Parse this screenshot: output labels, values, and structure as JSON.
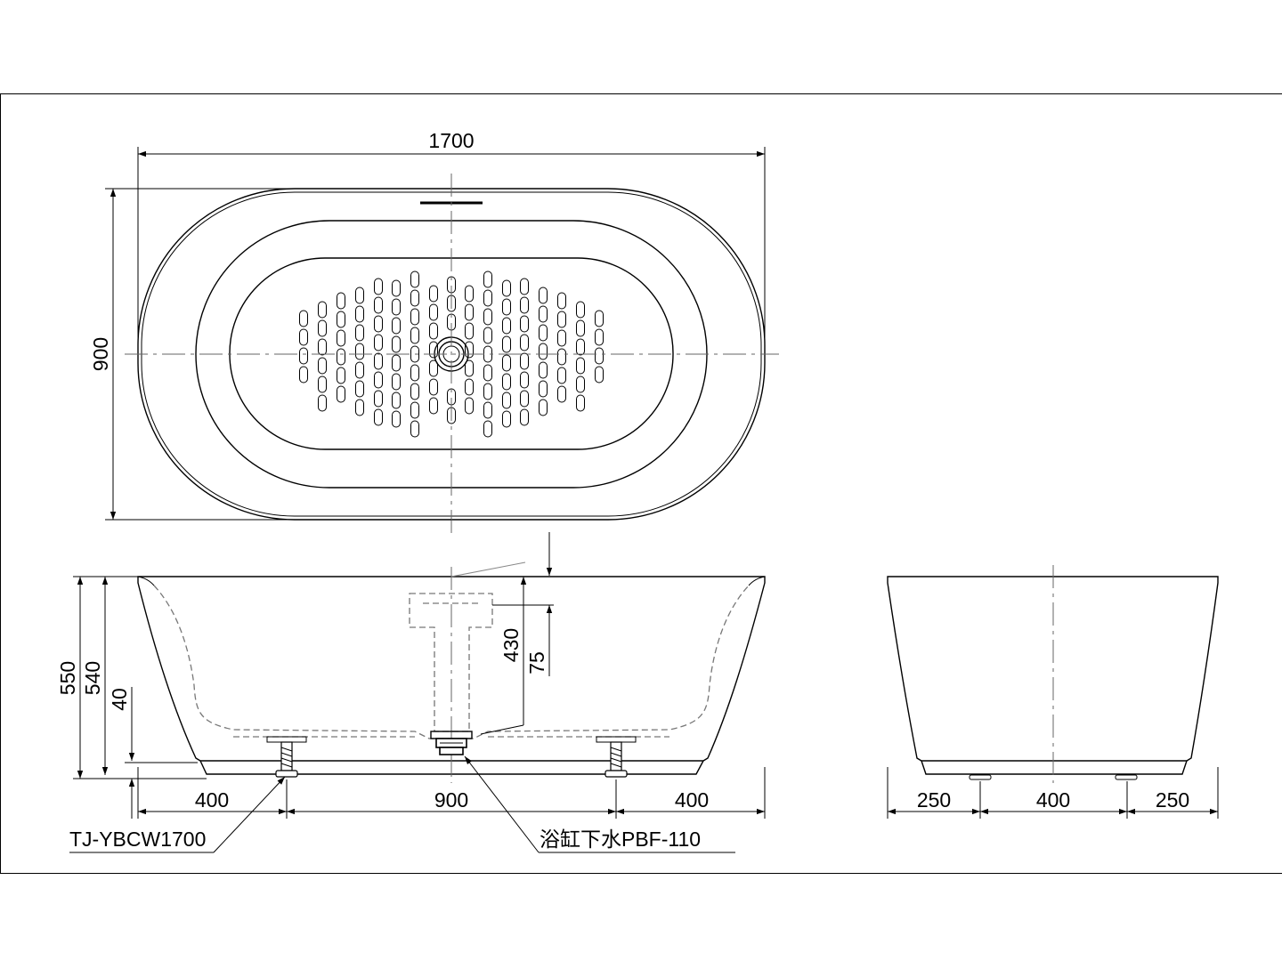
{
  "colors": {
    "line": "#000000",
    "hidden_line": "#777777",
    "background": "#ffffff"
  },
  "dimensions": {
    "top_width": "1700",
    "top_depth": "900",
    "front_height_total": "550",
    "front_height_rim": "540",
    "front_base": "40",
    "overflow_height": "430",
    "overflow_offset": "75",
    "bottom_left": "400",
    "bottom_center": "900",
    "bottom_right": "400",
    "side_left": "250",
    "side_center": "400",
    "side_right": "250"
  },
  "labels": {
    "model": "TJ-YBCW1700",
    "drain": "浴缸下水PBF-110"
  }
}
